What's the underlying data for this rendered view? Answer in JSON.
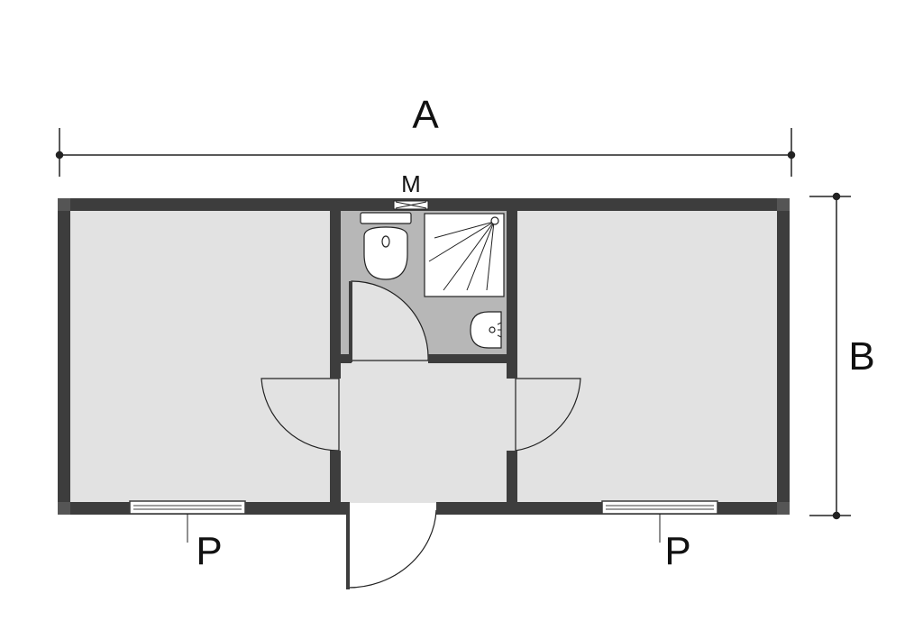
{
  "labels": {
    "dim_length": "A",
    "dim_width": "B",
    "vent": "M",
    "window_left": "P",
    "window_right": "P"
  },
  "colors": {
    "wall": "#3d3d3d",
    "floor": "#e2e2e2",
    "bathroom_floor": "#b7b7b7",
    "fixture": "#ffffff",
    "line": "#222222"
  }
}
